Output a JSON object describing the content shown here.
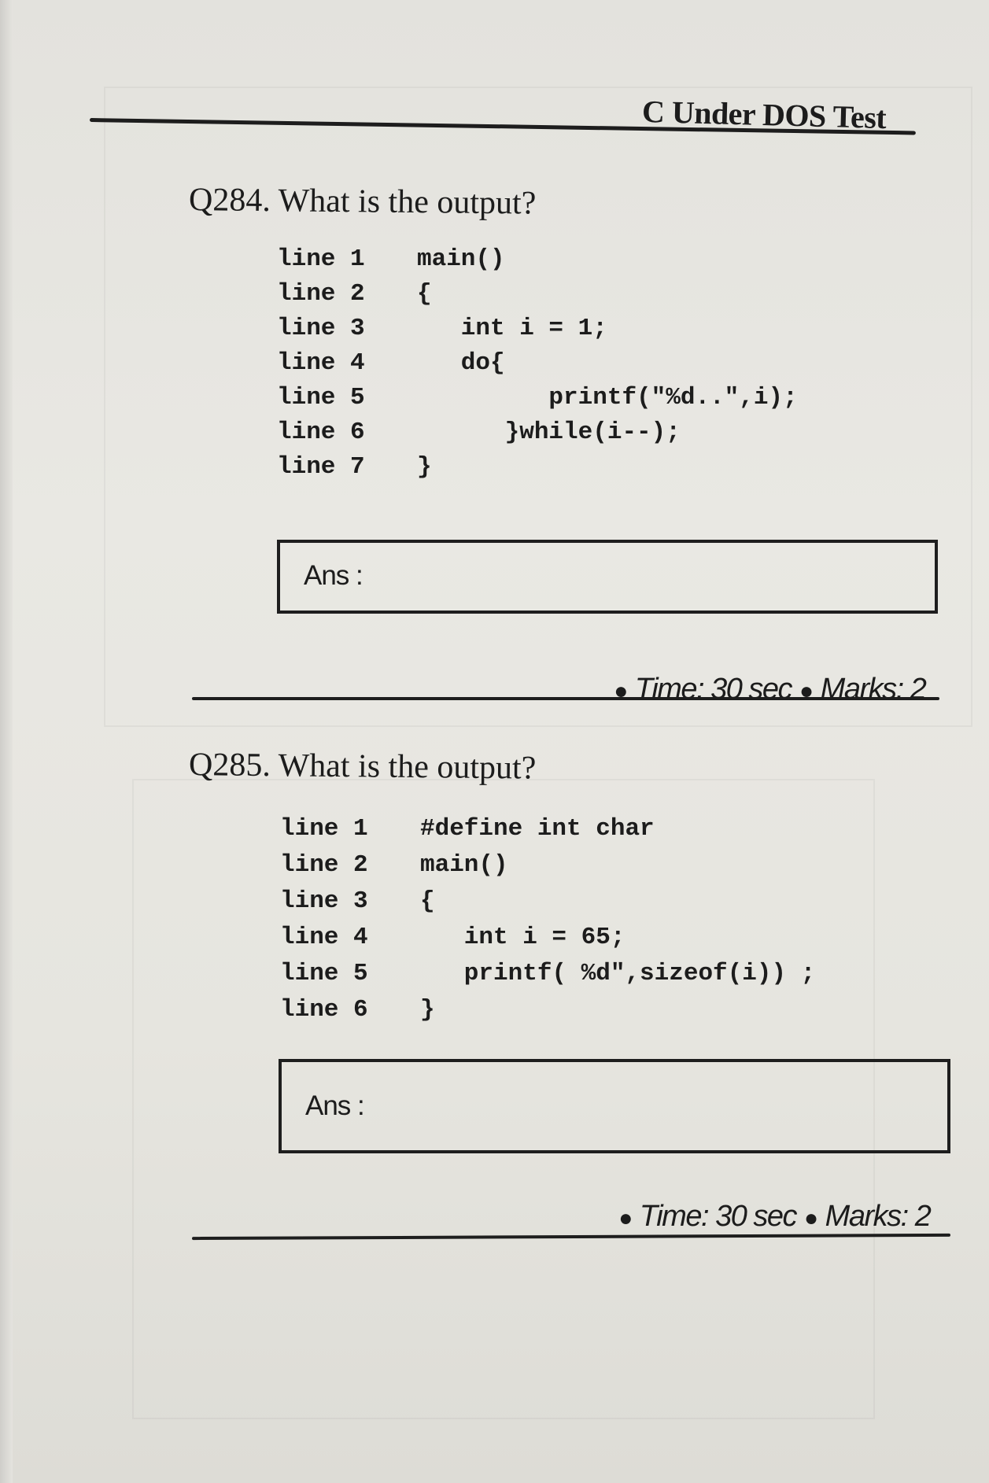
{
  "header": {
    "title": "C Under DOS Test"
  },
  "questions": [
    {
      "id": "Q284.",
      "prompt": "What is the output?",
      "code": [
        {
          "no": "line 1",
          "text": "main()"
        },
        {
          "no": "line 2",
          "text": "{"
        },
        {
          "no": "line 3",
          "text": "   int i = 1;"
        },
        {
          "no": "line 4",
          "text": "   do{"
        },
        {
          "no": "line 5",
          "text": "         printf(\"%d..\",i);"
        },
        {
          "no": "line 6",
          "text": "      }while(i--);"
        },
        {
          "no": "line 7",
          "text": "}"
        }
      ],
      "answer_label": "Ans :",
      "time": "Time: 30 sec",
      "marks": "Marks: 2"
    },
    {
      "id": "Q285.",
      "prompt": "What is the output?",
      "code": [
        {
          "no": "line 1",
          "text": "#define int char"
        },
        {
          "no": "line 2",
          "text": "main()"
        },
        {
          "no": "line 3",
          "text": "{"
        },
        {
          "no": "line 4",
          "text": "   int i = 65;"
        },
        {
          "no": "line 5",
          "text": "   printf( %d\",sizeof(i)) ;"
        },
        {
          "no": "line 6",
          "text": "}"
        }
      ],
      "answer_label": "Ans :",
      "time": "Time: 30 sec",
      "marks": "Marks: 2"
    }
  ]
}
